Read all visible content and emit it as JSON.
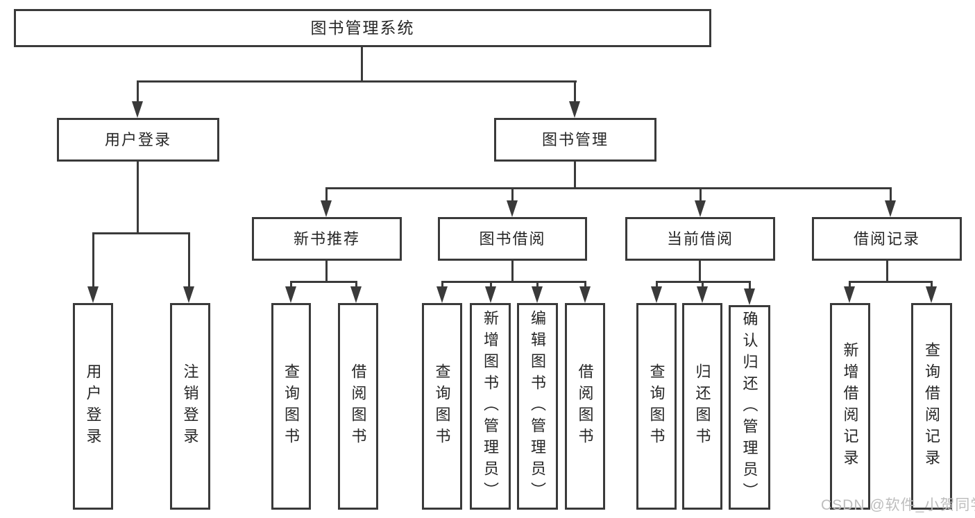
{
  "nodes": {
    "root": "图书管理系统",
    "level2": {
      "user_login": "用户登录",
      "book_management": "图书管理"
    },
    "level3": {
      "new_book_recommend": "新书推荐",
      "book_borrowing": "图书借阅",
      "current_borrowing": "当前借阅",
      "borrowing_records": "借阅记录"
    },
    "leaves": {
      "user_login": [
        "用户登录",
        "注销登录"
      ],
      "new_book_recommend": [
        "查询图书",
        "借阅图书"
      ],
      "book_borrowing": [
        "查询图书",
        "新增图书（管理员）",
        "编辑图书（管理员）",
        "借阅图书"
      ],
      "current_borrowing": [
        "查询图书",
        "归还图书",
        "确认归还（管理员）"
      ],
      "borrowing_records": [
        "新增借阅记录",
        "查询借阅记录"
      ]
    }
  },
  "watermark": {
    "text": "CSDN @软件_小贺同学",
    "color": "#bdbdbd"
  },
  "colors": {
    "line": "#3a3a3a",
    "background": "#ffffff",
    "box_background": "#ffffff",
    "text": "#262626"
  }
}
